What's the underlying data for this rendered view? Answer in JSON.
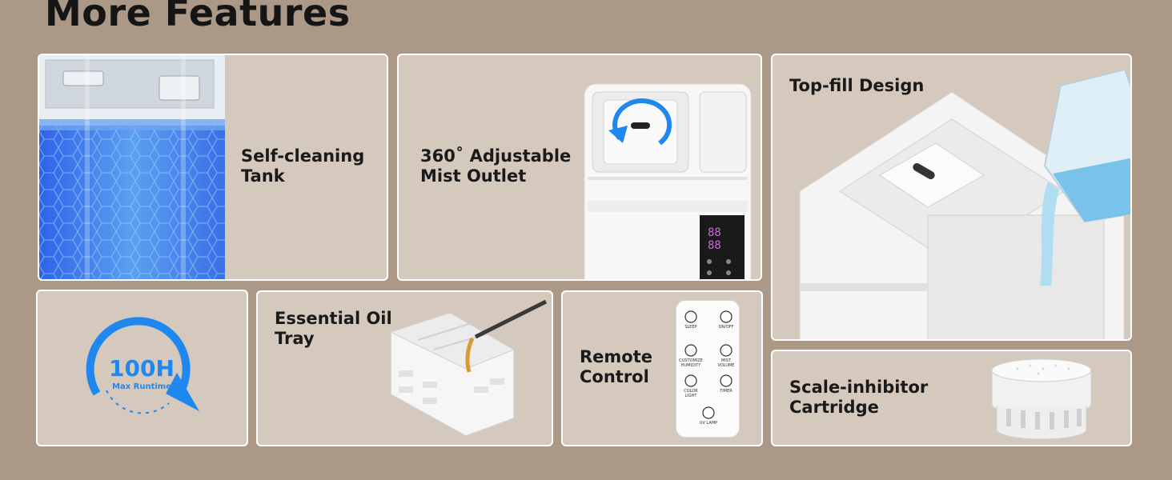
{
  "page": {
    "title": "More Features"
  },
  "colors": {
    "background": "#ab9886",
    "card": "#d5c9bd",
    "accent_blue": "#1e88ee",
    "border": "#ffffff"
  },
  "features": {
    "self_cleaning": {
      "line1": "Self-cleaning",
      "line2": "Tank"
    },
    "mist_outlet": {
      "line1": "360˚ Adjustable",
      "line2": "Mist Outlet"
    },
    "top_fill": {
      "line1": "Top-fill Design"
    },
    "runtime": {
      "value": "100H",
      "caption": "Max Runtime"
    },
    "oil_tray": {
      "line1": "Essential Oil",
      "line2": "Tray"
    },
    "remote": {
      "line1": "Remote",
      "line2": "Control",
      "buttons": {
        "sleep": "SLEEP",
        "on_off": "ON/OFF",
        "humidity_1": "CUSTOMIZE",
        "humidity_2": "HUMIDITY",
        "mist_1": "MIST",
        "mist_2": "VOLUME",
        "color_1": "COLOR",
        "color_2": "LIGHT",
        "timer": "TIMER",
        "uv": "UV LAMP"
      }
    },
    "cartridge": {
      "line1": "Scale-inhibitor",
      "line2": "Cartridge"
    }
  },
  "icons": [
    "tank-image",
    "rotate-arrow-icon",
    "humidifier-image",
    "water-pitcher-image",
    "runtime-gauge-icon",
    "oil-tray-image",
    "remote-control-image",
    "cartridge-image"
  ]
}
